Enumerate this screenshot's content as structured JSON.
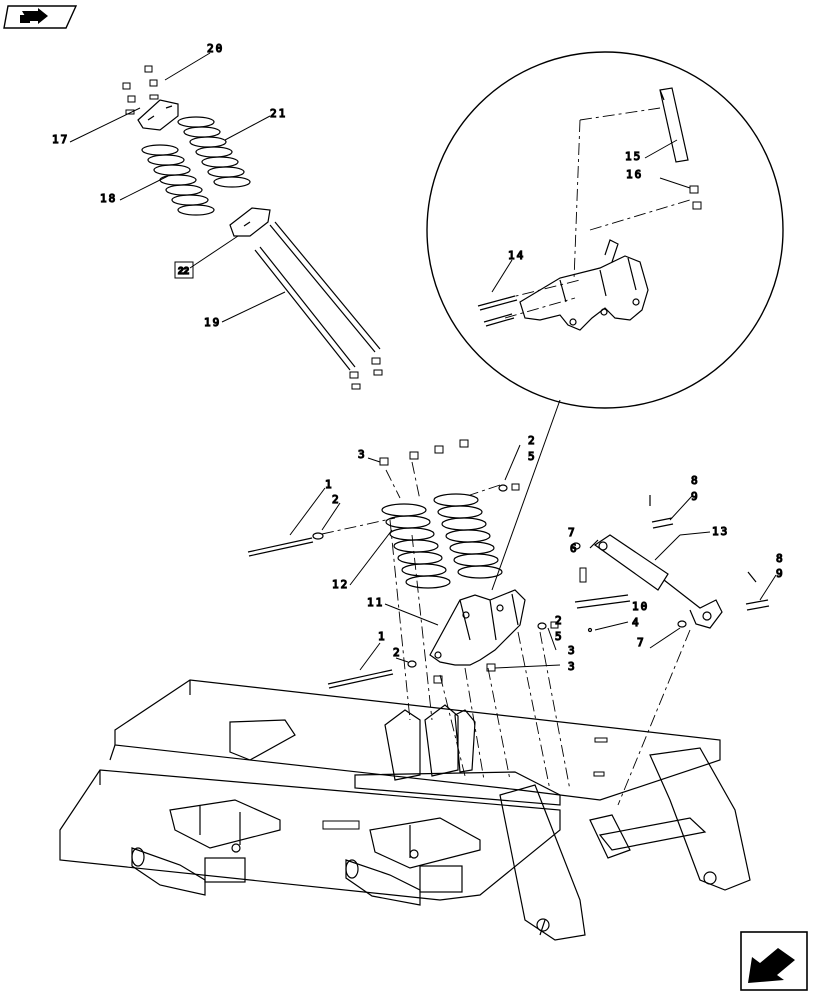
{
  "callouts": {
    "c20": "20",
    "c21": "21",
    "c17": "17",
    "c18": "18",
    "c22": "22",
    "c19": "19",
    "c14": "14",
    "c15": "15",
    "c16": "16",
    "c3a": "3",
    "c2a": "2",
    "c5a": "5",
    "c1a": "1",
    "c2b": "2",
    "c12": "12",
    "c11": "11",
    "c1b": "1",
    "c2c": "2",
    "c3b": "3",
    "c2d": "2",
    "c5b": "5",
    "c3c": "3",
    "c7a": "7",
    "c6": "6",
    "c13": "13",
    "c8a": "8",
    "c9a": "9",
    "c10": "10",
    "c4": "4",
    "c7b": "7",
    "c8b": "8",
    "c9b": "9"
  },
  "nav": {
    "back_icon": "back-arrow-icon",
    "forward_icon": "forward-arrow-icon"
  }
}
